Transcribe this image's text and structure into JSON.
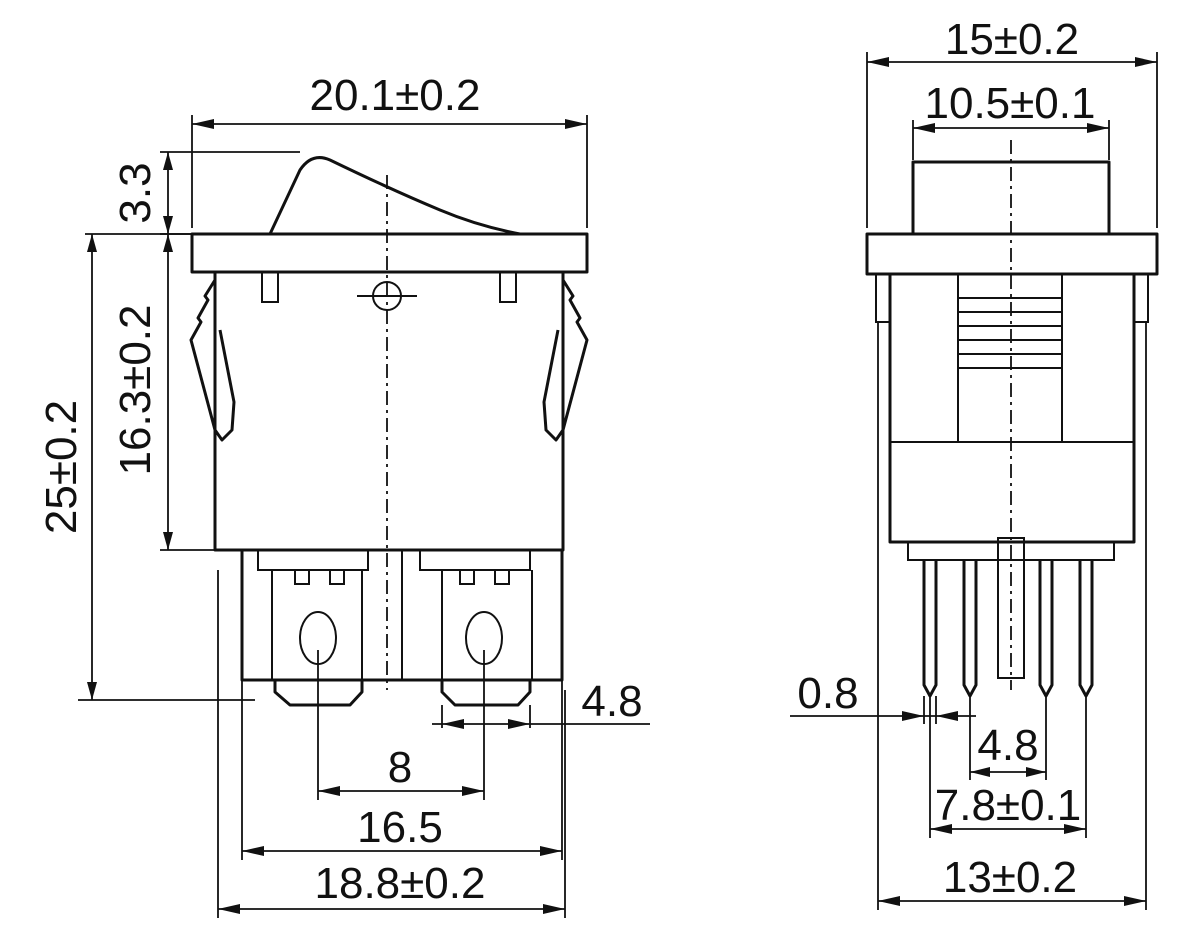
{
  "front_view": {
    "overall_width": "20.1±0.2",
    "rocker_height": "3.3",
    "body_height": "16.3±0.2",
    "total_height": "25±0.2",
    "terminal_width": "4.8",
    "terminal_pitch": "8",
    "terminal_span": "16.5",
    "base_width": "18.8±0.2"
  },
  "side_view": {
    "overall_width": "15±0.2",
    "rocker_width": "10.5±0.1",
    "terminal_thickness": "0.8",
    "terminal_pitch": "4.8",
    "terminal_span": "7.8±0.1",
    "base_width": "13±0.2"
  },
  "colors": {
    "line": "#111111",
    "background": "#ffffff"
  }
}
